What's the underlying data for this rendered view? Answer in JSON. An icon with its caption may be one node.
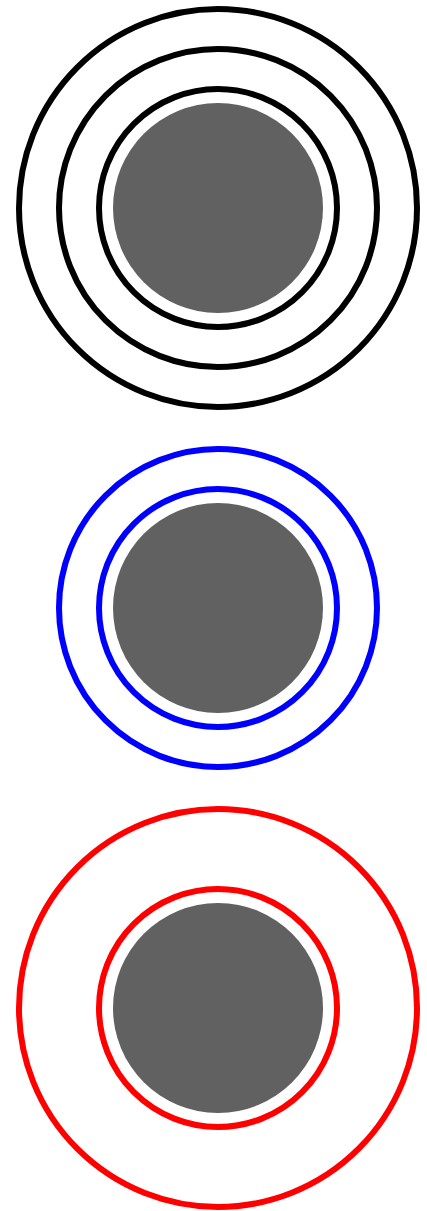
{
  "diagram": {
    "nodes": [
      {
        "text": [],
        "shape": "circle"
      },
      {
        "text": [],
        "shape": "circle",
        "in": 0
      },
      {
        "text": [],
        "shape": "circle",
        "in": 1
      },
      {
        "text": [],
        "shape": "circle",
        "in": 2
      },
      {
        "text": [],
        "shape": "circle"
      },
      {
        "text": [],
        "shape": "circle",
        "in": 4
      },
      {
        "text": [],
        "shape": "circle",
        "in": 5
      },
      {
        "text": [],
        "shape": "circle"
      },
      {
        "text": [],
        "shape": "circle",
        "in": 7
      },
      {
        "text": [],
        "shape": "circle",
        "in": 8
      }
    ]
  }
}
